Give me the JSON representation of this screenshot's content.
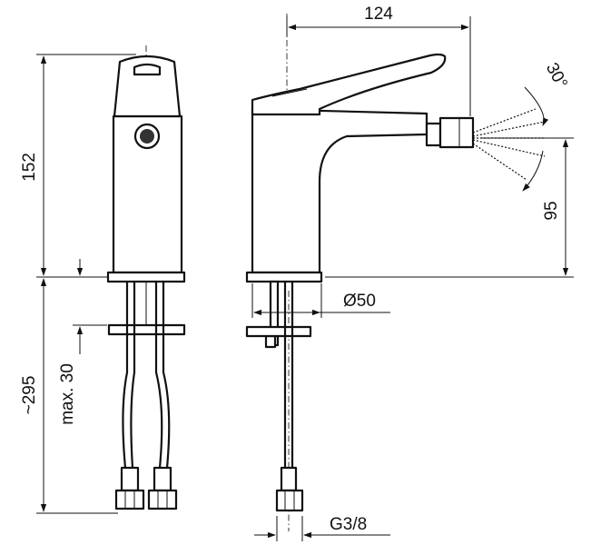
{
  "dimensions": {
    "total_width": "124",
    "total_height": "152",
    "spray_height": "95",
    "spout_angle": "30°",
    "base_diameter": "Ø50",
    "install_depth": "~295",
    "max_thickness": "max. 30",
    "connection_thread": "G3/8"
  }
}
